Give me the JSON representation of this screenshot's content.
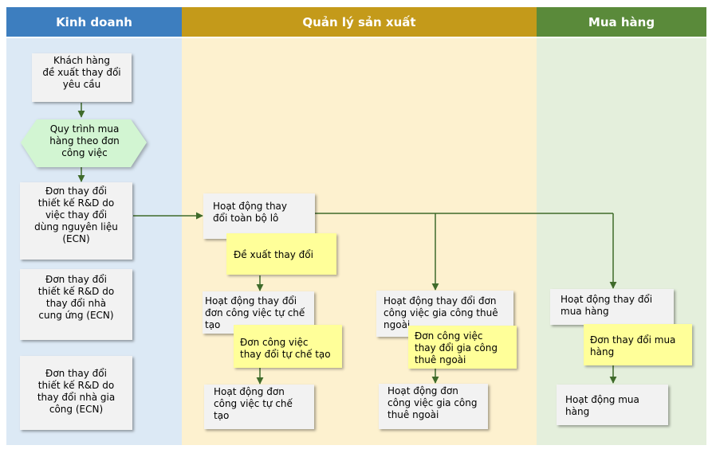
{
  "lanes": {
    "sales": {
      "title": "Kinh doanh",
      "header_color": "#3d7ebf",
      "bg": "#dce9f5"
    },
    "production": {
      "title": "Quản lý sản xuất",
      "header_color": "#c49a1a",
      "bg": "#fdf1cf"
    },
    "purchasing": {
      "title": "Mua hàng",
      "header_color": "#5a8a3a",
      "bg": "#e4efdc"
    }
  },
  "nodes": {
    "customer_request": "Khách hàng\nđề xuất thay đổi\nyêu cầu",
    "work_order_purchase": "Quy trình mua\nhàng theo đơn\ncông việc",
    "ecn_material": "Đơn thay đổi\nthiết kế R&D do\nviệc thay đổi\ndùng nguyên liệu\n(ECN)",
    "ecn_supplier": "Đơn thay đổi\nthiết kế R&D do\nthay đổi nhà\ncung ứng  (ECN)",
    "ecn_outsource": "Đơn thay đổi\nthiết kế R&D do\nthay đổi nhà gia\ncông (ECN)",
    "batch_change": "Hoạt động thay\nđổi toàn bộ lô",
    "self_made_change": "Hoạt động thay đổi\nđơn công việc tự chế\ntạo",
    "self_made_order": "Hoạt động đơn\ncông việc tự chế\ntạo",
    "outsource_change": "Hoạt động thay đổi đơn\ncông việc gia công thuê\nngoài",
    "outsource_order": "Hoạt động đơn\ncông việc gia công\nthuê ngoài",
    "purchase_change": "Hoạt động thay đổi\nmua hàng",
    "purchase": "Hoạt động mua\nhàng"
  },
  "notes": {
    "change_proposal": "Đề xuất thay đổi",
    "self_made_note": "Đơn công việc\nthay đổi tự chế tạo",
    "outsource_note": "Đơn công việc\nthay đổi gia công\nthuê ngoài",
    "purchase_note": "Đơn thay đổi mua\nhàng"
  },
  "colors": {
    "arrow": "#3f6b2a"
  }
}
